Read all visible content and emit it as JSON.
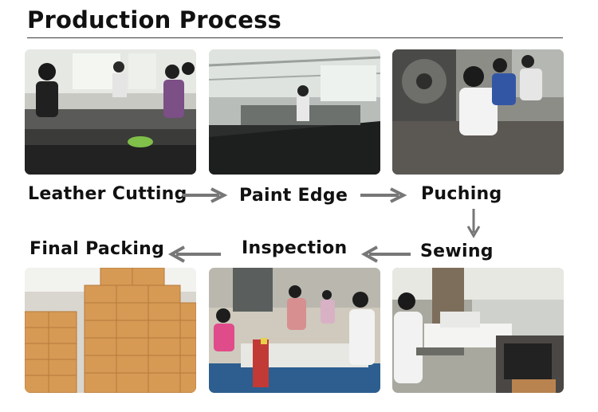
{
  "title": "Production Process",
  "steps": [
    {
      "label": "Leather Cutting"
    },
    {
      "label": "Paint Edge"
    },
    {
      "label": "Puching"
    },
    {
      "label": "Sewing"
    },
    {
      "label": "Inspection"
    },
    {
      "label": "Final Packing"
    }
  ],
  "colors": {
    "text": "#111111",
    "arrow": "#777777",
    "rule": "#3a3a3a"
  }
}
